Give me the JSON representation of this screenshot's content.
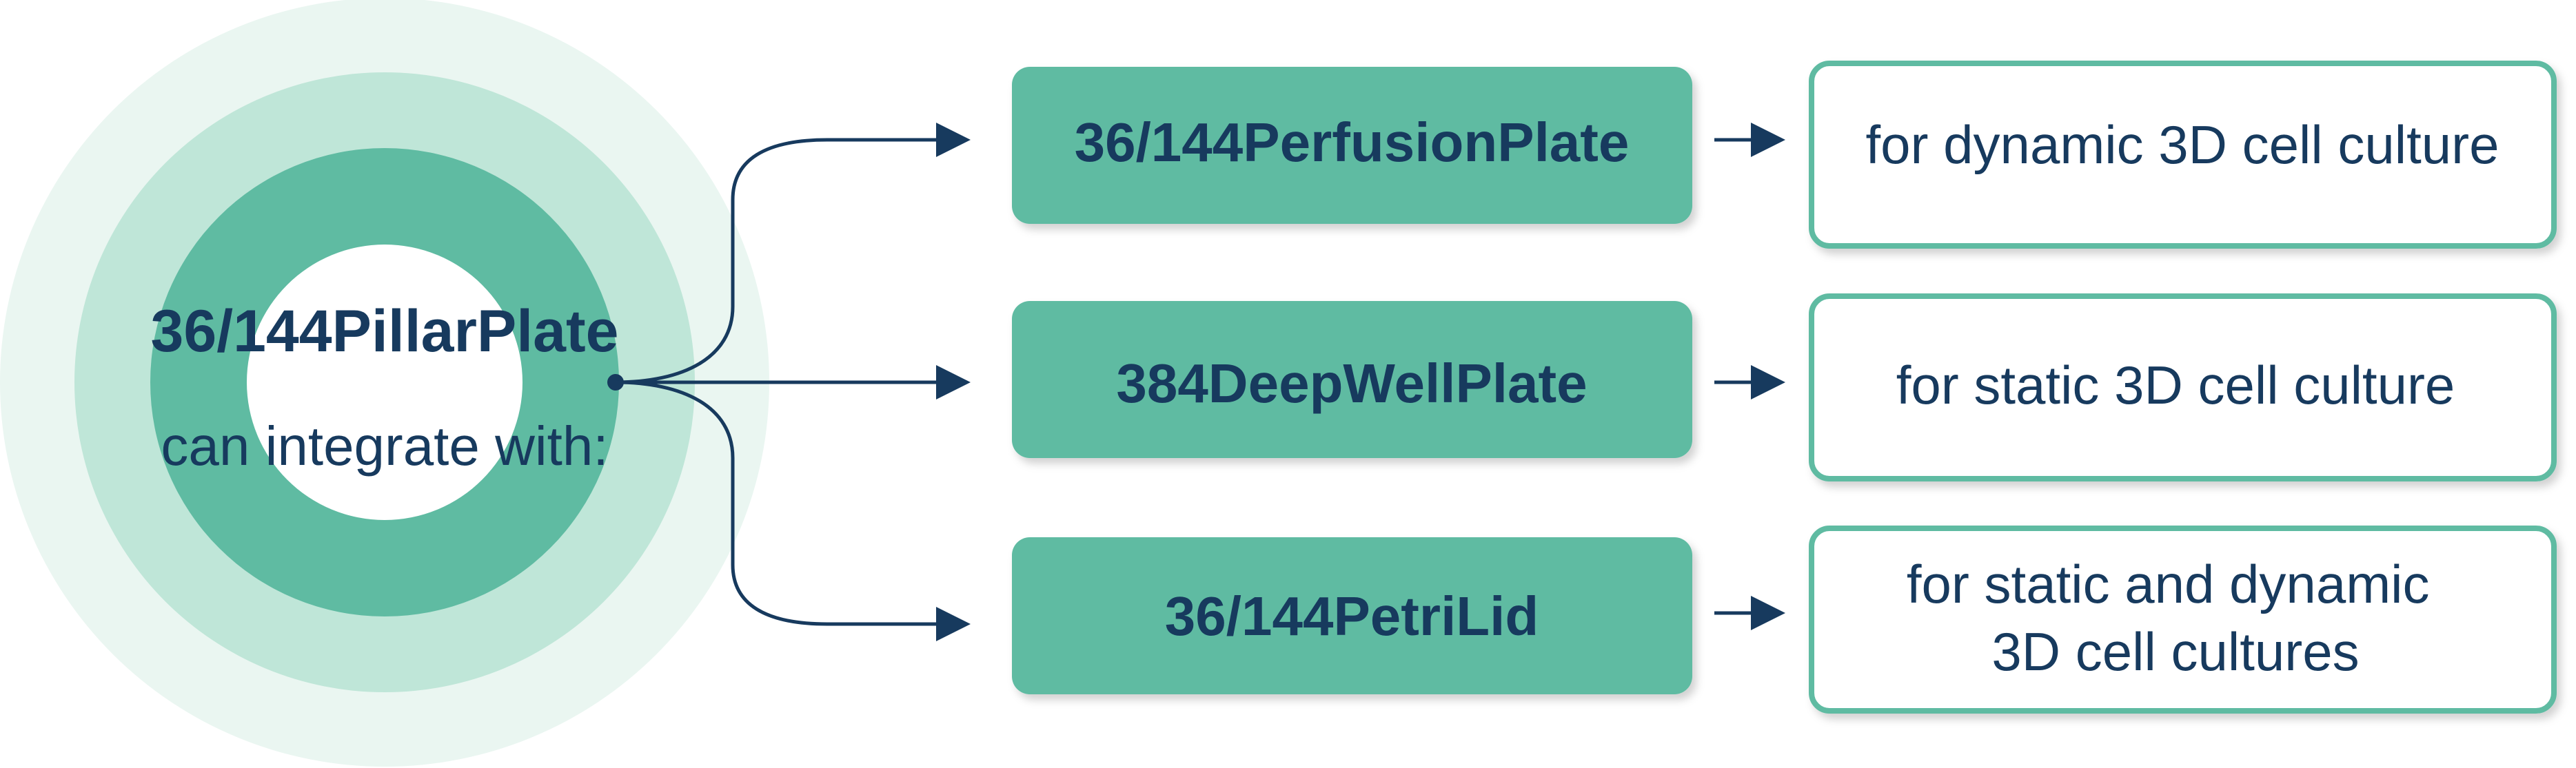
{
  "center": {
    "title": "36/144PillarPlate",
    "subtitle": "can integrate with:"
  },
  "rows": [
    {
      "plate": "36/144PerfusionPlate",
      "description": [
        "for dynamic 3D cell culture"
      ]
    },
    {
      "plate": "384DeepWellPlate",
      "description": [
        "for static 3D cell culture"
      ]
    },
    {
      "plate": "36/144PetriLid",
      "description": [
        "for static and dynamic",
        "3D cell cultures"
      ]
    }
  ],
  "colors": {
    "ring_outer": "#eaf6f1",
    "ring_middle": "#bfe6d8",
    "ring_inner": "#5fbba2",
    "plate_fill": "#5fbba2",
    "plate_text": "#173a5e",
    "description_border": "#5fbba2",
    "connector": "#173a5e"
  }
}
